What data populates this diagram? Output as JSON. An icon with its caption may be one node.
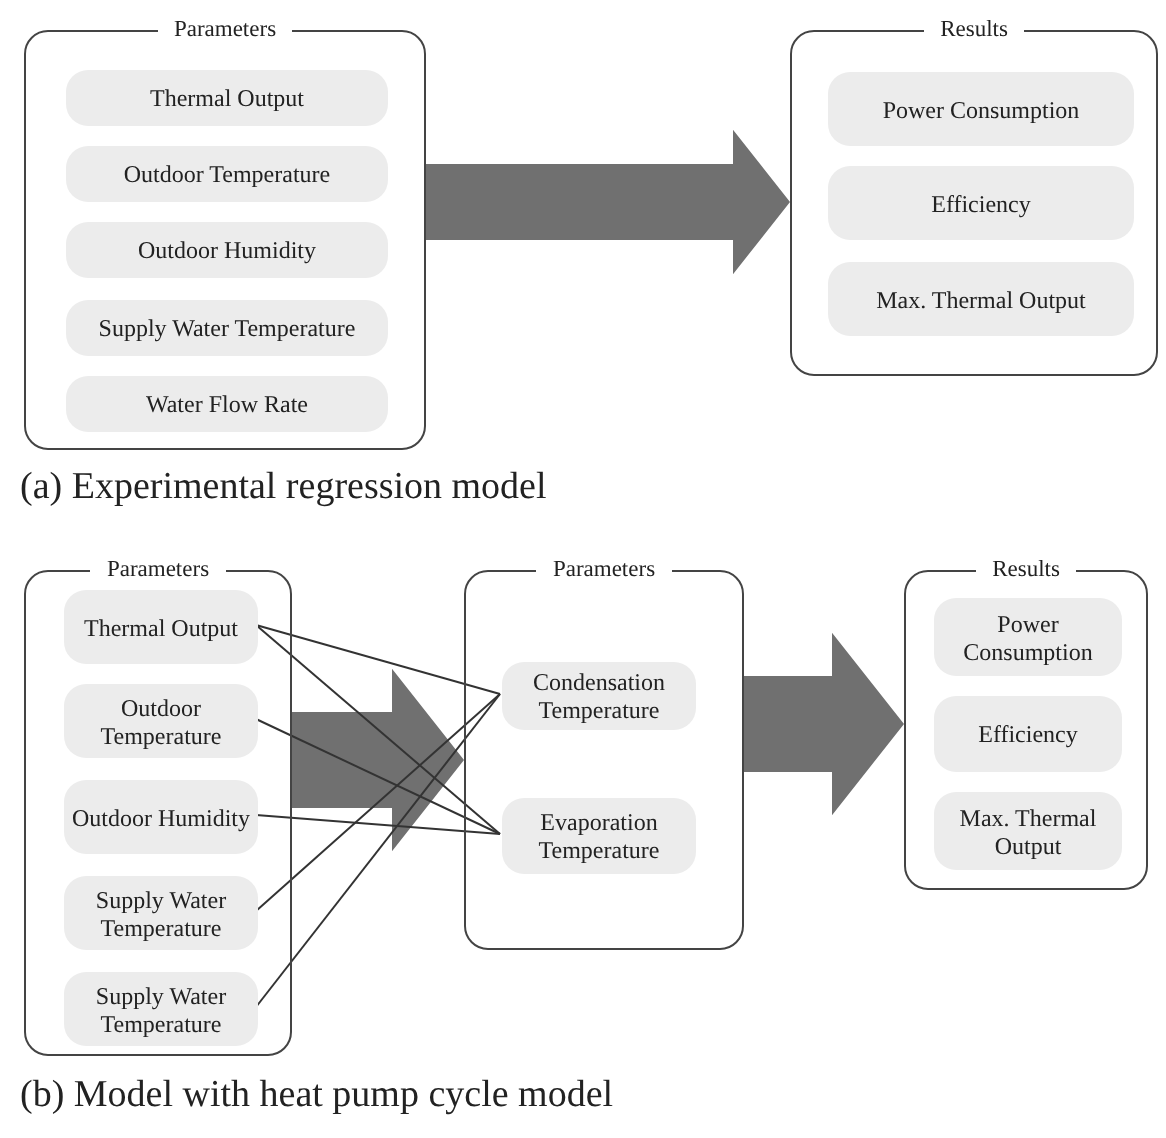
{
  "diagram": {
    "nodes": [
      {
        "text": [
          "Parameters"
        ]
      },
      {
        "text": [
          "Thermal Output"
        ],
        "in": 0
      },
      {
        "text": [
          "Outdoor Temperature"
        ],
        "in": 0
      },
      {
        "text": [
          "Outdoor Humidity"
        ],
        "in": 0
      },
      {
        "text": [
          "Supply Water Temperature"
        ],
        "in": 0
      },
      {
        "text": [
          "Water Flow Rate"
        ],
        "in": 0
      },
      {
        "text": [
          "Results"
        ]
      },
      {
        "text": [
          "Power Consumption"
        ],
        "in": 6
      },
      {
        "text": [
          "Efficiency"
        ],
        "in": 6
      },
      {
        "text": [
          "Max. Thermal Output"
        ],
        "in": 6
      },
      {
        "text": [
          "Parameters"
        ]
      },
      {
        "text": [
          "Thermal Output"
        ],
        "in": 10
      },
      {
        "text": [
          "Outdoor Temperature"
        ],
        "in": 10
      },
      {
        "text": [
          "Outdoor Humidity"
        ],
        "in": 10
      },
      {
        "text": [
          "Supply Water Temperature"
        ],
        "in": 10
      },
      {
        "text": [
          "Supply Water Temperature"
        ],
        "in": 10
      },
      {
        "text": [
          "Parameters"
        ]
      },
      {
        "text": [
          "Condensation Temperature"
        ],
        "in": 16
      },
      {
        "text": [
          "Evaporation Temperature"
        ],
        "in": 16
      },
      {
        "text": [
          "Results"
        ]
      },
      {
        "text": [
          "Power Consumption"
        ],
        "in": 19
      },
      {
        "text": [
          "Efficiency"
        ],
        "in": 19
      },
      {
        "text": [
          "Max. Thermal Output"
        ],
        "in": 19
      }
    ],
    "edges": [
      {
        "from": 0,
        "to": 6,
        "arrow": "to",
        "style": "thick",
        "color": "#707070"
      },
      {
        "from": 10,
        "to": 16,
        "arrow": "to",
        "style": "thick",
        "color": "#707070"
      },
      {
        "from": 16,
        "to": 19,
        "arrow": "to",
        "style": "thick",
        "color": "#707070"
      },
      {
        "from": 11,
        "to": 17,
        "arrow": "none"
      },
      {
        "from": 11,
        "to": 18,
        "arrow": "none"
      },
      {
        "from": 12,
        "to": 18,
        "arrow": "none"
      },
      {
        "from": 13,
        "to": 18,
        "arrow": "none"
      },
      {
        "from": 14,
        "to": 17,
        "arrow": "none"
      },
      {
        "from": 15,
        "to": 17,
        "arrow": "none"
      }
    ],
    "labels": [
      "(a) Experimental regression model",
      "(b) Model with heat pump cycle model"
    ]
  }
}
